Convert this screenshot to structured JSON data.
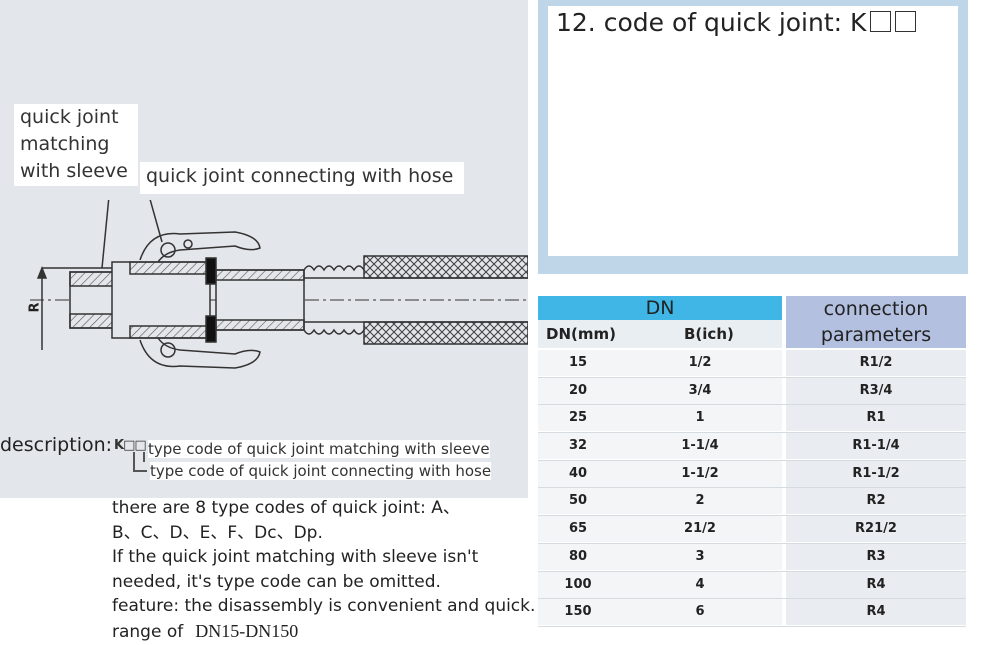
{
  "labels": {
    "sleeve_line1": "quick joint",
    "sleeve_line2": "matching",
    "sleeve_line3": "with sleeve",
    "hose": "quick joint connecting with hose",
    "dimension": "R"
  },
  "code": {
    "title": "12. code of quick joint: K"
  },
  "table": {
    "dn_header": "DN",
    "col_mm": "DN(mm)",
    "col_inch": "B(ich)",
    "conn_line1": "connection",
    "conn_line2": "parameters",
    "rows": [
      {
        "mm": "15",
        "inch": "1/2",
        "conn": "R1/2"
      },
      {
        "mm": "20",
        "inch": "3/4",
        "conn": "R3/4"
      },
      {
        "mm": "25",
        "inch": "1",
        "conn": "R1"
      },
      {
        "mm": "32",
        "inch": "1-1/4",
        "conn": "R1-1/4"
      },
      {
        "mm": "40",
        "inch": "1-1/2",
        "conn": "R1-1/2"
      },
      {
        "mm": "50",
        "inch": "2",
        "conn": "R2"
      },
      {
        "mm": "65",
        "inch": "21/2",
        "conn": "R21/2"
      },
      {
        "mm": "80",
        "inch": "3",
        "conn": "R3"
      },
      {
        "mm": "100",
        "inch": "4",
        "conn": "R4"
      },
      {
        "mm": "150",
        "inch": "6",
        "conn": "R4"
      }
    ]
  },
  "description": {
    "label": "description:",
    "code": "K□□",
    "legend1": "type code of quick joint matching with sleeve",
    "legend2": "type code of quick joint connecting with hose",
    "notes": [
      "there are 8 type codes of quick joint: A、",
      "B、C、D、E、F、Dc、Dp.",
      "If the quick joint matching with sleeve isn't",
      "needed, it's type code can be omitted.",
      "feature: the disassembly is convenient and quick."
    ],
    "range_label": "range of",
    "range_value": "DN15-DN150"
  }
}
